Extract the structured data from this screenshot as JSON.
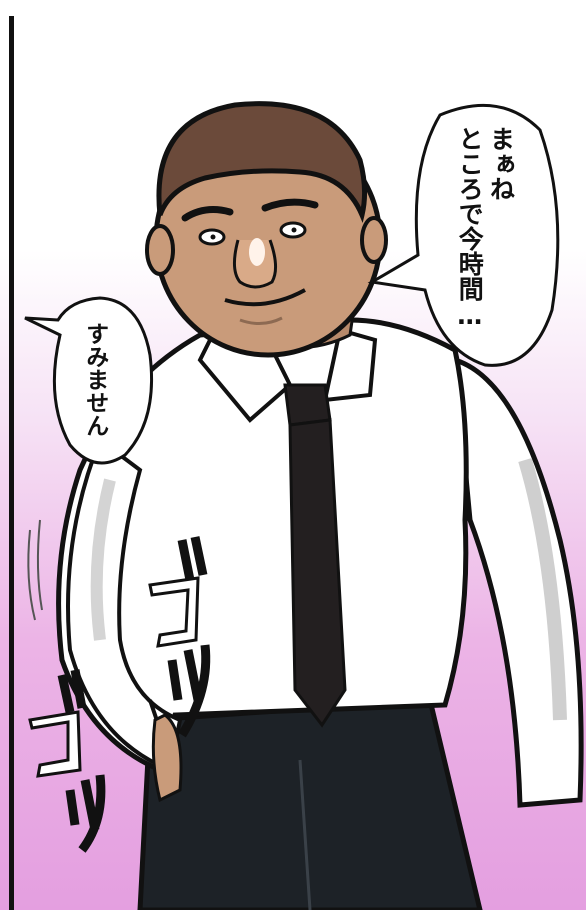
{
  "speech_bubbles": {
    "right": {
      "line1": "まぁね",
      "line2": "ところで今時間…"
    },
    "left": {
      "text": "すみません"
    }
  },
  "sound_effects": {
    "upper": "ゴツ",
    "lower": "ゴツ"
  },
  "colors": {
    "background_top": "#ffffff",
    "background_bottom": "#e49fe0",
    "skin": "#c99b7a",
    "hair": "#6b4a3a",
    "shirt": "#ffffff",
    "tie": "#231f20",
    "pants": "#1d2227"
  }
}
